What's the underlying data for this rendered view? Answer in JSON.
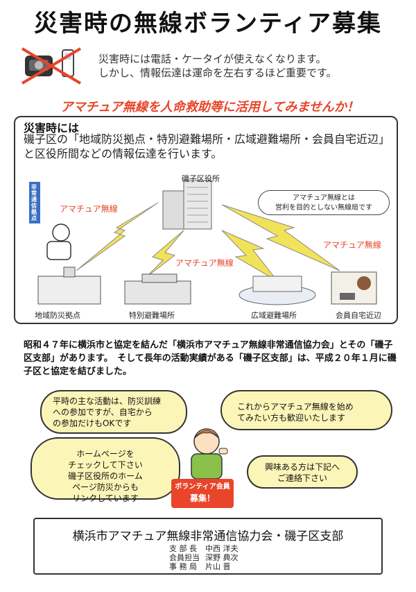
{
  "title": "災害時の無線ボランティア募集",
  "lead": [
    "災害時には電話・ケータイが使えなくなります。",
    "しかし、情報伝達は運命を左右するほど重要です。"
  ],
  "slogan": "アマチュア無線を人命救助等に活用してみませんか！",
  "disaster": {
    "heading": "災害時には",
    "text": "磯子区の「地域防災拠点・特別避難場所・広域避難場所・会員自宅近辺」と区役所間などの情報伝達を行います。"
  },
  "diagram": {
    "hq": "磯子区役所",
    "sign": "非常通信拠点",
    "radio_labels": [
      "アマチュア無線",
      "アマチュア無線",
      "アマチュア無線"
    ],
    "callout": [
      "アマチュア無線とは",
      "営利を目的としない無線局です"
    ],
    "places": [
      "地域防災拠点",
      "特別避難場所",
      "広域避難場所",
      "会員自宅近辺"
    ]
  },
  "paragraph": "昭和４７年に横浜市と協定を結んだ「横浜市アマチュア無線非常通信協力会」とその「磯子区支部」があります。　そして長年の活動実績がある「磯子区支部」は、平成２０年１月に磯子区と協定を結びました。",
  "bubbles": {
    "activity": [
      "平時の主な活動は、防災訓練",
      "への参加ですが、自宅から",
      "の参加だけもOKです"
    ],
    "welcome": [
      "これからアマチュア無線を始め",
      "てみたい方も歓迎いたします"
    ],
    "homepage": [
      "ホームページを",
      "チェックして下さい",
      "磯子区役所のホーム",
      "ページ防災からも",
      "リンクしています"
    ],
    "contact": [
      "興味ある方は下記へ",
      "ご連絡下さい"
    ]
  },
  "badge": [
    "ボランティア会員",
    "募集！"
  ],
  "organization": "横浜市アマチュア無線非常通信協力会・磯子区支部",
  "staff": [
    {
      "role": "支 部 長",
      "name": "中西 洋夫"
    },
    {
      "role": "会員担当",
      "name": "深野 典次"
    },
    {
      "role": "事 務 局",
      "name": "片山 晋"
    }
  ]
}
